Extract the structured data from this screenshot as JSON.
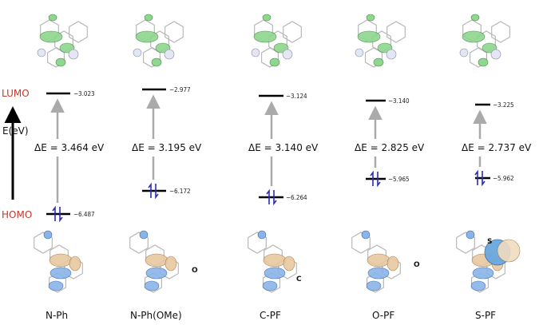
{
  "axis": {
    "lumo": "LUMO",
    "homo": "HOMO",
    "energy": "E(eV)"
  },
  "colors": {
    "lumo_text": "#c0392b",
    "homo_text": "#c0392b",
    "lumo_lobe": "#8fd68f",
    "homo_lobe_a": "#e8c9a0",
    "homo_lobe_b": "#8ab4e8",
    "arrow": "#aaaaaa",
    "spin": "#2b2bb8"
  },
  "molecules": [
    {
      "name": "N-Ph",
      "lumo": "−3.023",
      "homo": "−6.487",
      "gap": "ΔE = 3.464 eV",
      "atom_label": ""
    },
    {
      "name": "N-Ph(OMe)",
      "lumo": "−2.977",
      "homo": "−6.172",
      "gap": "ΔE = 3.195 eV",
      "atom_label": "O"
    },
    {
      "name": "C-PF",
      "lumo": "−3.124",
      "homo": "−6.264",
      "gap": "ΔE = 3.140 eV",
      "atom_label": "C"
    },
    {
      "name": "O-PF",
      "lumo": "−3.140",
      "homo": "−5.965",
      "gap": "ΔE = 2.825 eV",
      "atom_label": "O"
    },
    {
      "name": "S-PF",
      "lumo": "−3.225",
      "homo": "−5.962",
      "gap": "ΔE = 2.737 eV",
      "atom_label": "S"
    }
  ]
}
